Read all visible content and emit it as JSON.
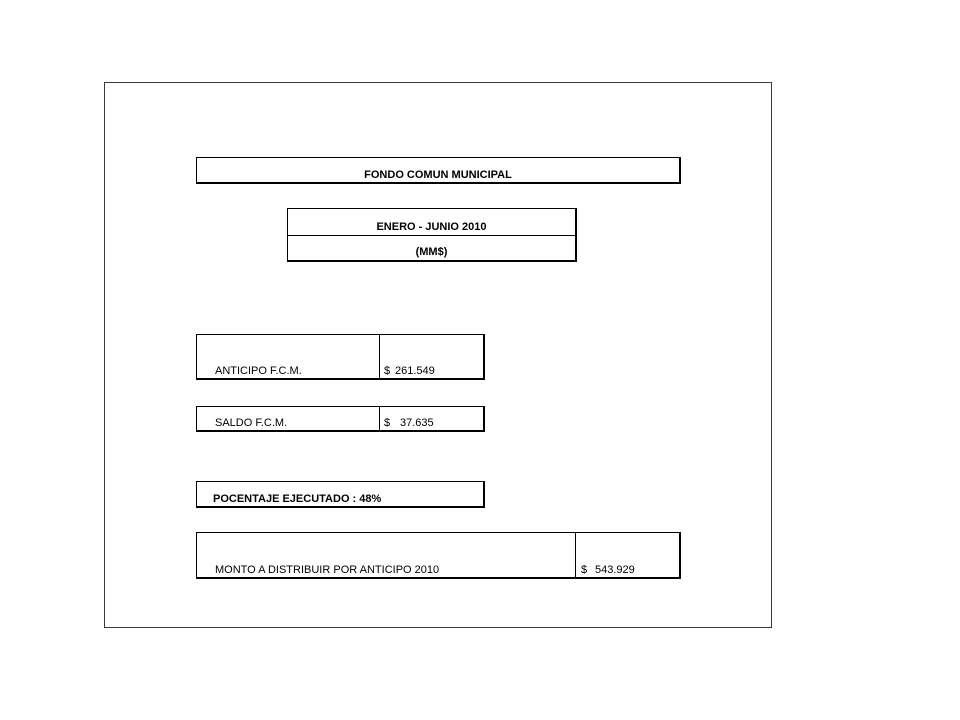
{
  "title": "FONDO COMUN MUNICIPAL",
  "period": {
    "line1": "ENERO - JUNIO 2010",
    "line2": "(MM$)"
  },
  "anticipo": {
    "label": "ANTICIPO F.C.M.",
    "currency": "$",
    "amount": "261.549"
  },
  "saldo": {
    "label": "SALDO F.C.M.",
    "currency": "$",
    "amount": "37.635"
  },
  "porcentaje": {
    "label": "POCENTAJE EJECUTADO : 48%"
  },
  "monto": {
    "label": "MONTO A DISTRIBUIR POR ANTICIPO 2010",
    "currency": "$",
    "amount": "543.929"
  }
}
